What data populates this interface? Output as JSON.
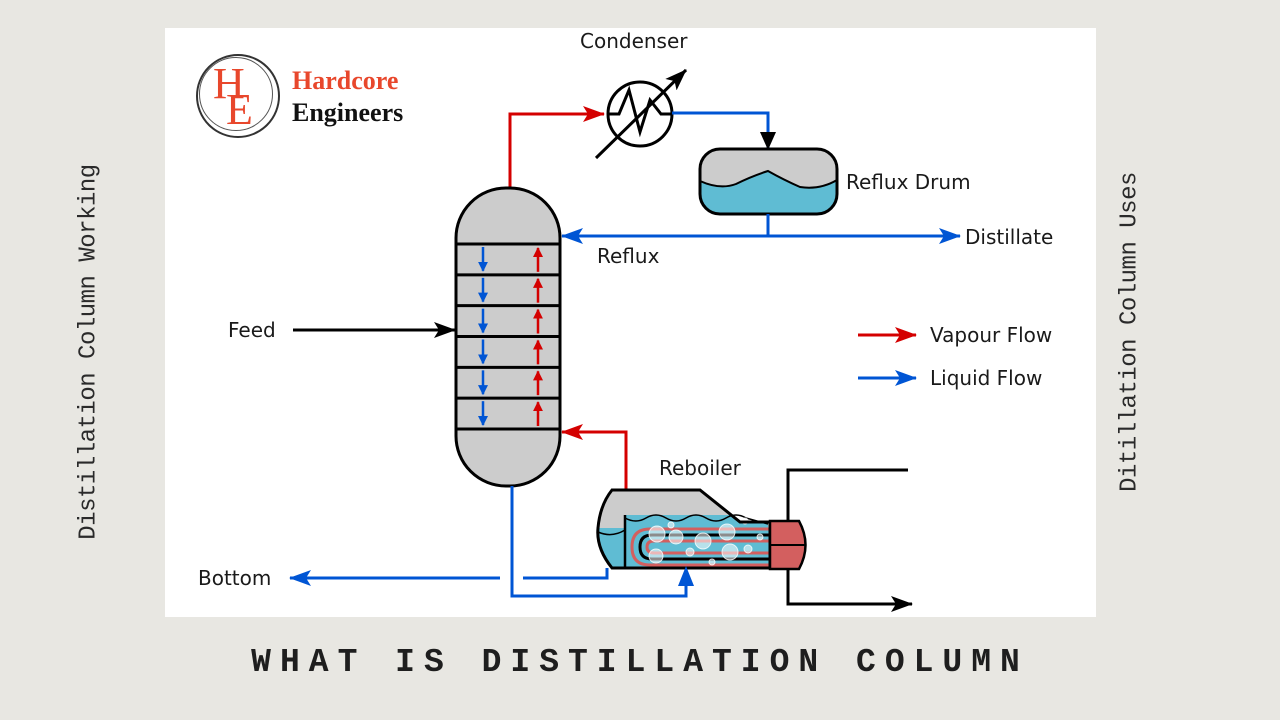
{
  "page": {
    "headline": "WHAT IS DISTILLATION COLUMN",
    "side_left": "Distillation Column Working",
    "side_right": "Ditillation Column Uses"
  },
  "logo": {
    "monogram_h": "H",
    "monogram_e": "E",
    "line1": "Hardcore",
    "line2": "Engineers",
    "brand_color": "#e8472c"
  },
  "diagram": {
    "labels": {
      "condenser": "Condenser",
      "reflux_drum": "Reflux Drum",
      "reflux": "Reflux",
      "distillate": "Distillate",
      "feed": "Feed",
      "reboiler": "Reboiler",
      "bottom": "Bottom"
    },
    "legend": [
      {
        "label": "Vapour Flow",
        "color": "#d40000"
      },
      {
        "label": "Liquid Flow",
        "color": "#0055d4"
      }
    ],
    "column_trays": 6,
    "colors": {
      "vapour": "#d40000",
      "liquid": "#0055d4",
      "vessel": "#cccccc",
      "liquid_fill": "#5fbcd3",
      "heater": "#d35f5f"
    }
  }
}
